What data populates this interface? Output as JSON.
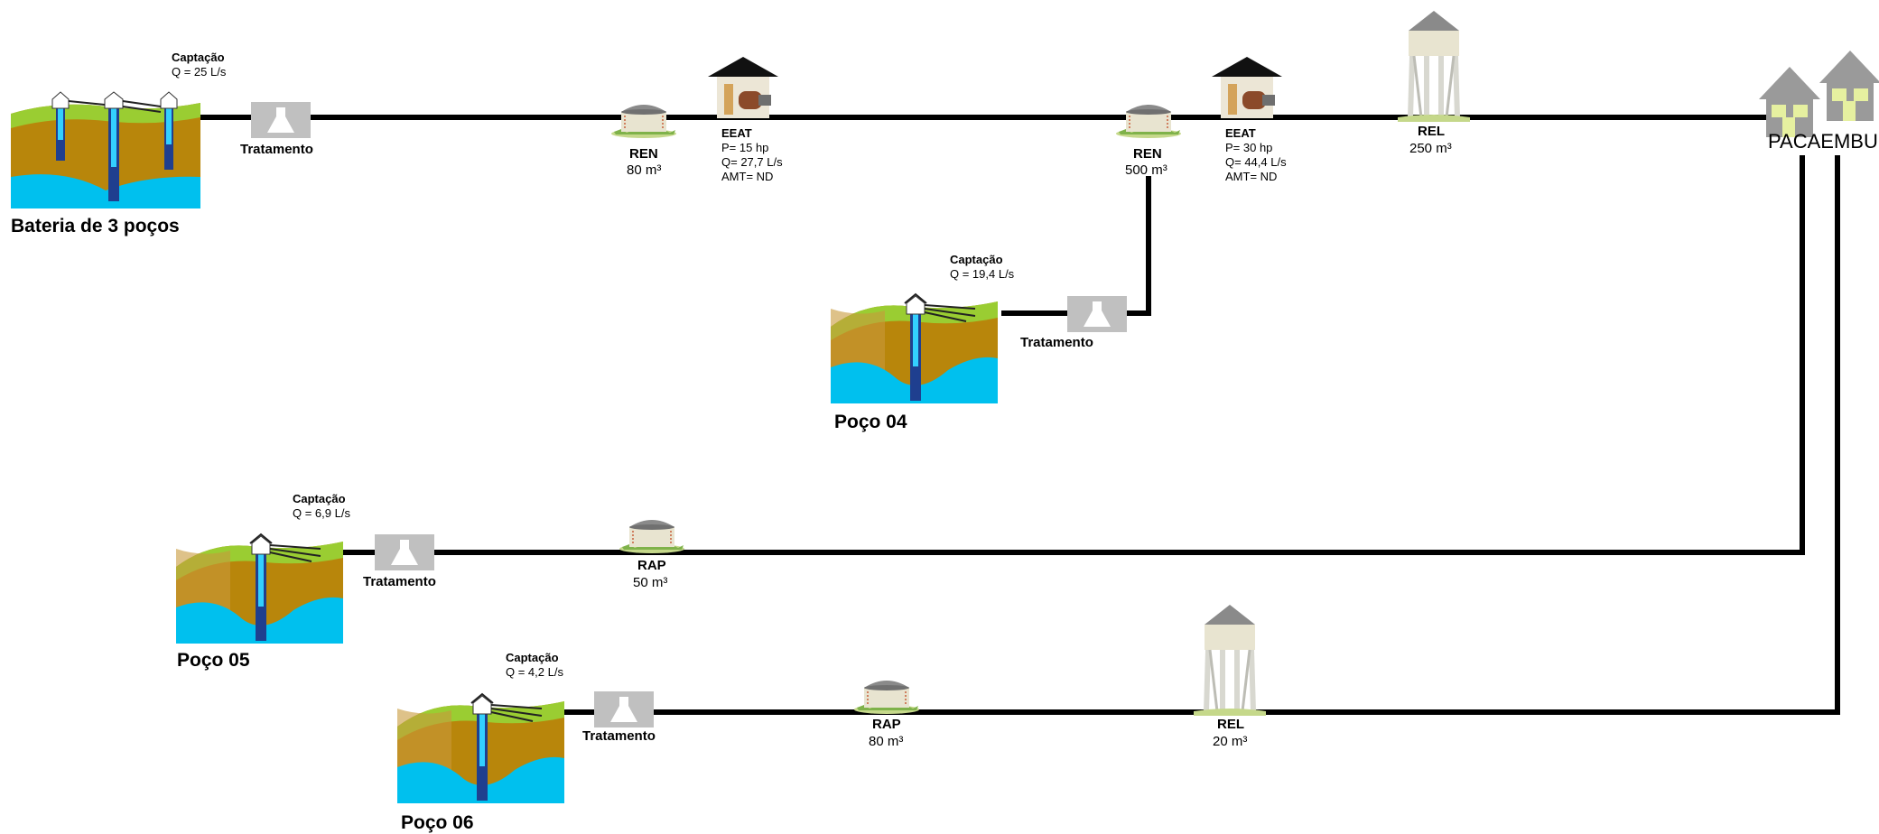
{
  "wells": {
    "bateria": {
      "name": "Bateria de 3 poços",
      "cap_title": "Captação",
      "cap_q": "Q = 25 L/s"
    },
    "poco04": {
      "name": "Poço 04",
      "cap_title": "Captação",
      "cap_q": "Q = 19,4 L/s"
    },
    "poco05": {
      "name": "Poço 05",
      "cap_title": "Captação",
      "cap_q": "Q = 6,9 L/s"
    },
    "poco06": {
      "name": "Poço 06",
      "cap_title": "Captação",
      "cap_q": "Q = 4,2 L/s"
    }
  },
  "treatment": {
    "label": "Tratamento"
  },
  "reservoirs": {
    "ren1": {
      "type": "REN",
      "volume": "80 m³"
    },
    "ren2": {
      "type": "REN",
      "volume": "500 m³"
    },
    "rel1": {
      "type": "REL",
      "volume": "250 m³"
    },
    "rap1": {
      "type": "RAP",
      "volume": "50 m³"
    },
    "rap2": {
      "type": "RAP",
      "volume": "80 m³"
    },
    "rel2": {
      "type": "REL",
      "volume": "20 m³"
    }
  },
  "pump_stations": {
    "eeat1": {
      "title": "EEAT",
      "power": "P= 15 hp",
      "flow": "Q= 27,7 L/s",
      "amt": "AMT= ND"
    },
    "eeat2": {
      "title": "EEAT",
      "power": "P= 30 hp",
      "flow": "Q= 44,4 L/s",
      "amt": "AMT= ND"
    }
  },
  "city": {
    "name": "PACAEMBU"
  },
  "colors": {
    "pipe": "#000000",
    "water": "#00c0ee",
    "soil": "#b8860b",
    "grass": "#9acd32",
    "treatment_box": "#c0c0c0",
    "tank_roof": "#8a8a8a",
    "tank_body": "#e8e4d0",
    "house_roof": "#9a9a9a",
    "window": "#e6f0a0"
  }
}
